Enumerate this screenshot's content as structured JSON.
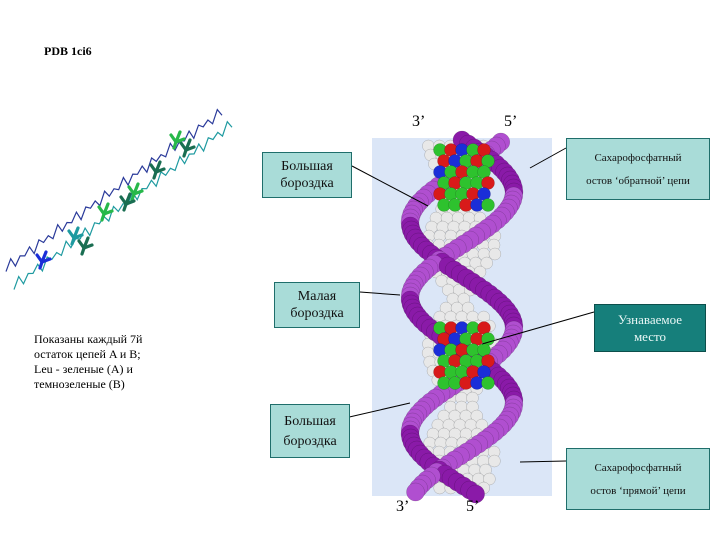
{
  "pdb_label": "PDB 1ci6",
  "note_lines": [
    "Показаны каждый 7й",
    "остаток цепей A и B;",
    "Leu - зеленые (A) и",
    "темнозеленые (B)"
  ],
  "strand_ends": {
    "top_left": "3’",
    "top_right": "5’",
    "bottom_left": "3’",
    "bottom_right": "5’"
  },
  "callouts": {
    "major_groove_top": [
      "Большая",
      "бороздка"
    ],
    "minor_groove": [
      "Малая",
      "бороздка"
    ],
    "major_groove_bottom": [
      "Большая",
      "бороздка"
    ],
    "backbone_reverse": [
      "Сахарофосфатный",
      "остов ‘обратной’ цепи"
    ],
    "recognition_site": [
      "Узнаваемое",
      "место"
    ],
    "backbone_forward": [
      "Сахарофосфатный",
      "остов ‘прямой’ цепи"
    ]
  },
  "colors": {
    "backbone": "#8a1aa8",
    "backbone_light": "#b04fd0",
    "base_white": "#e8e8e8",
    "base_green": "#2ec22e",
    "base_red": "#d81a1a",
    "base_blue": "#1a2ed8",
    "panel_bg": "#dbe6f7",
    "leu_a": "#27b84a",
    "leu_b": "#1a6e52",
    "chain_a": "#2a3a9a",
    "chain_b": "#1e9aa0"
  }
}
